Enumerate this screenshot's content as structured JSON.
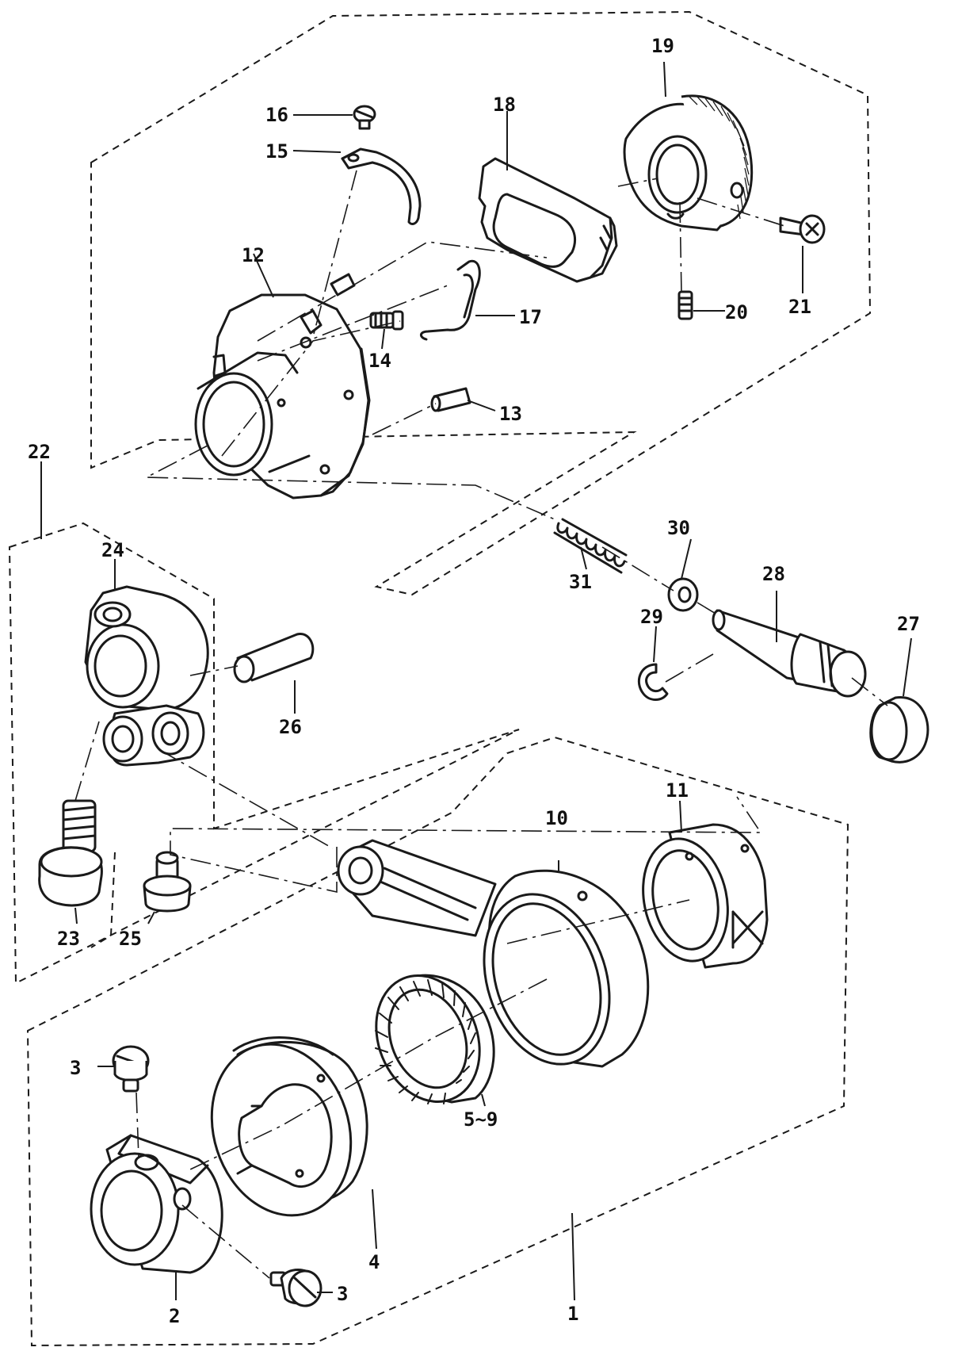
{
  "diagram": {
    "labels": {
      "p1": "1",
      "p2": "2",
      "p3a": "3",
      "p3b": "3",
      "p4": "4",
      "p5_9": "5~9",
      "p10": "10",
      "p11": "11",
      "p12": "12",
      "p13": "13",
      "p14": "14",
      "p15": "15",
      "p16": "16",
      "p17": "17",
      "p18": "18",
      "p19": "19",
      "p20": "20",
      "p21": "21",
      "p22": "22",
      "p23": "23",
      "p24": "24",
      "p25": "25",
      "p26": "26",
      "p27": "27",
      "p28": "28",
      "p29": "29",
      "p30": "30",
      "p31": "31"
    }
  }
}
